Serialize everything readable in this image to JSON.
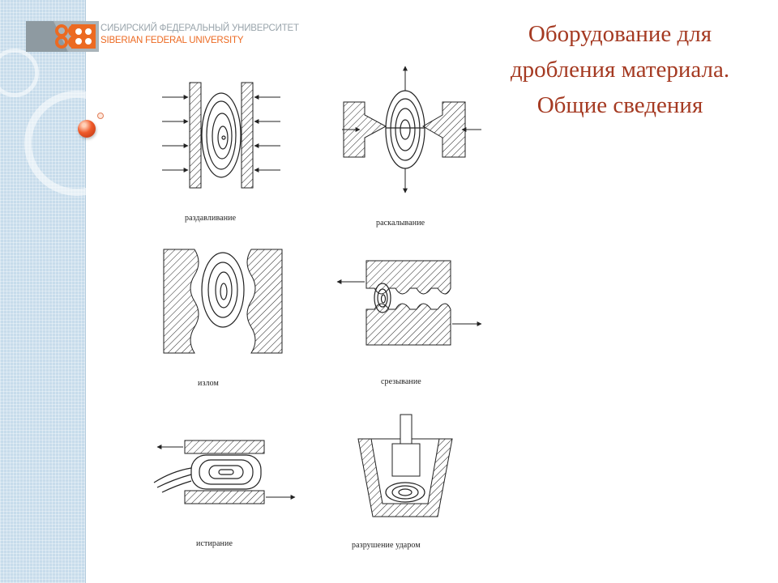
{
  "logo": {
    "name_ru": "СИБИРСКИЙ ФЕДЕРАЛЬНЫЙ УНИВЕРСИТЕТ",
    "name_en": "SIBERIAN FEDERAL UNIVERSITY"
  },
  "title": {
    "line1": "Оборудование для",
    "line2": "дробления материала.",
    "line3": "Общие сведения"
  },
  "figures": [
    {
      "caption": "раздавливание"
    },
    {
      "caption": "раскалывание"
    },
    {
      "caption": "излом"
    },
    {
      "caption": "срезывание"
    },
    {
      "caption": "истирание"
    },
    {
      "caption": "разрушение ударом"
    }
  ],
  "colors": {
    "title": "#a53a22",
    "logo_ru": "#9aa5ac",
    "logo_en": "#ec6a22",
    "sidebar": "#c7dceb"
  }
}
